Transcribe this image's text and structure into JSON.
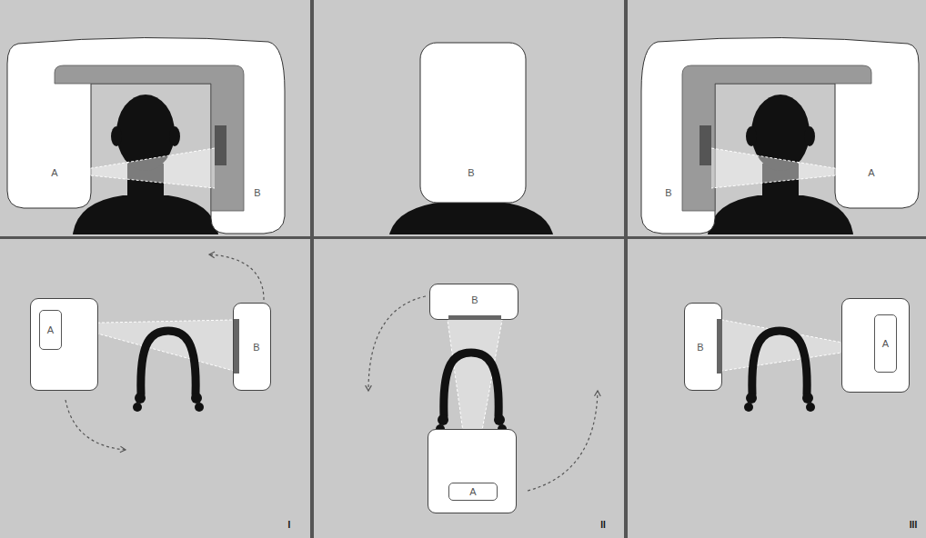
{
  "diagram": {
    "nodes": [
      {
        "text": [
          "A"
        ]
      },
      {
        "text": [
          "B"
        ]
      },
      {
        "text": [
          "B"
        ]
      },
      {
        "text": [
          "A"
        ]
      },
      {
        "text": [
          "B"
        ]
      },
      {
        "text": [
          "A"
        ]
      }
    ],
    "labels": [
      "A",
      "B",
      "B",
      "B",
      "A",
      "I",
      "II",
      "III"
    ]
  }
}
